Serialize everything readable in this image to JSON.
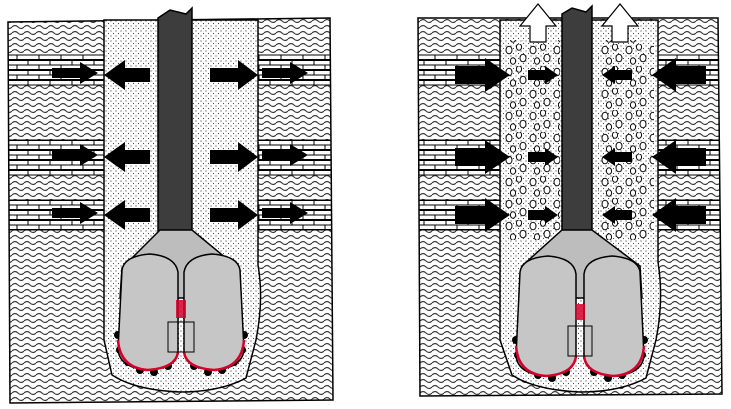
{
  "colors": {
    "background": "#ffffff",
    "ink": "#000000",
    "rock_wave": "#3c3c3c",
    "brick_fill": "#ffffff",
    "mud_dots": "#4a4a4a",
    "drill_pipe": "#3d3d3d",
    "bit_body": "#bdbdbd",
    "bit_cone": "#c6c6c6",
    "cone_edge_red": "#d4002a",
    "flow_arrow": "#000000",
    "gas_arrow_fill": "#ffffff"
  },
  "panels": [
    {
      "id": "overbalanced",
      "pipe_icon": "drill-pipe",
      "bit_icon": "tricone-bit",
      "layers": [
        "shale",
        "sandstone",
        "shale",
        "sandstone",
        "shale",
        "sandstone",
        "shale"
      ],
      "flow_direction": "outward",
      "gas_bubbles": false,
      "upward_arrows": 0
    },
    {
      "id": "underbalanced",
      "pipe_icon": "drill-pipe",
      "bit_icon": "tricone-bit",
      "layers": [
        "shale",
        "sandstone",
        "shale",
        "sandstone",
        "shale",
        "sandstone",
        "shale"
      ],
      "flow_direction": "inward",
      "gas_bubbles": true,
      "upward_arrows": 2
    }
  ]
}
